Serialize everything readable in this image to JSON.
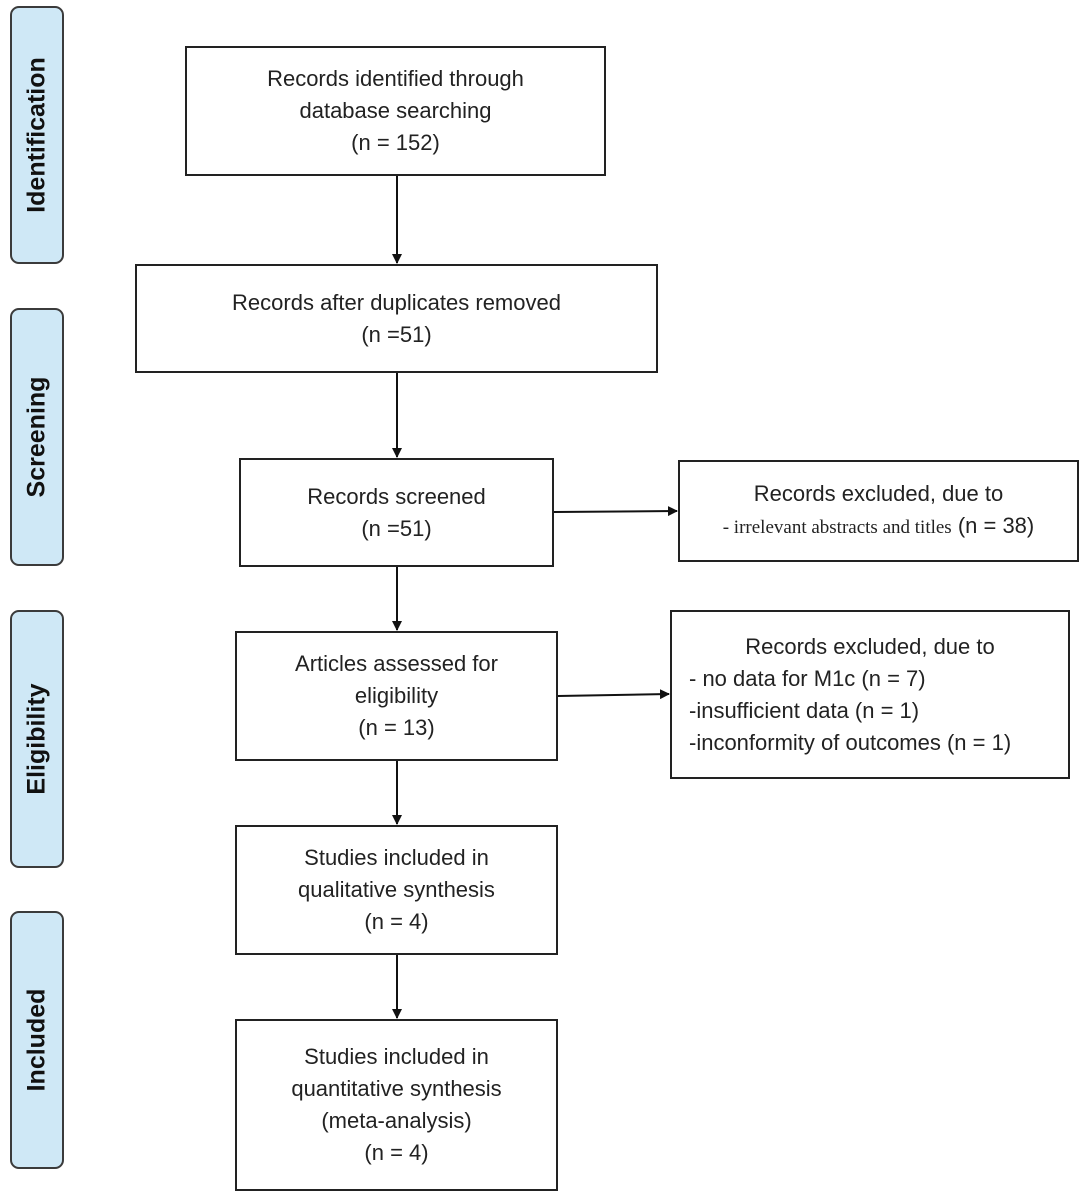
{
  "stages": {
    "identification": "Identification",
    "screening": "Screening",
    "eligibility": "Eligibility",
    "included": "Included"
  },
  "boxes": {
    "identified": {
      "line1": "Records identified through",
      "line2": "database searching",
      "line3": "(n = 152)"
    },
    "duplicates_removed": {
      "line1": "Records after duplicates removed",
      "line2": "(n =51)"
    },
    "screened": {
      "line1": "Records screened",
      "line2": "(n =51)"
    },
    "excluded_screening": {
      "line1": "Records excluded, due to",
      "line2_prefix": "- irrelevant abstracts and titles",
      "line2_count": " (n = 38)"
    },
    "assessed": {
      "line1": "Articles assessed for",
      "line2": "eligibility",
      "line3": "(n = 13)"
    },
    "excluded_eligibility": {
      "line1": "Records excluded, due to",
      "line2": "- no data for M1c (n = 7)",
      "line3": "-insufficient data (n = 1)",
      "line4": "-inconformity of outcomes (n = 1)"
    },
    "qualitative": {
      "line1": "Studies included in",
      "line2": "qualitative synthesis",
      "line3": "(n = 4)"
    },
    "quantitative": {
      "line1": "Studies included in",
      "line2": "quantitative synthesis",
      "line3": "(meta-analysis)",
      "line4": "(n = 4)"
    }
  }
}
